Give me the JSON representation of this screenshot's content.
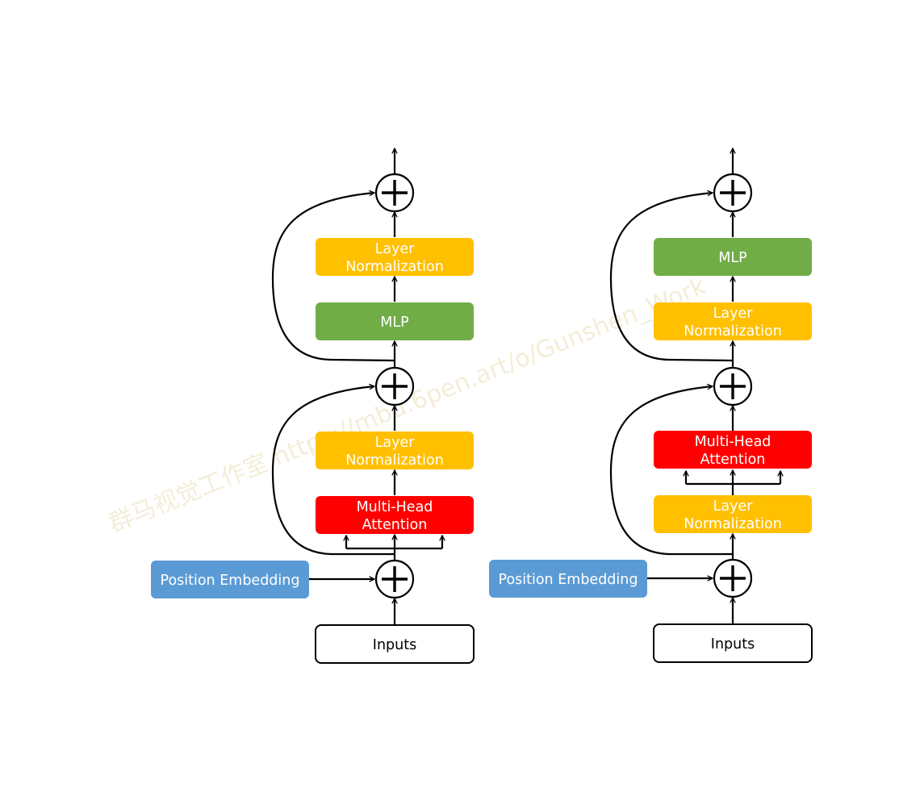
{
  "colors": {
    "layer_norm": "#FFC000",
    "mlp": "#70AD47",
    "attention": "#FF0000",
    "position_embedding": "#5B9BD5",
    "inputs": "#FFFFFF"
  },
  "watermark": "群马视觉工作室 https://mbd.6pen.art/o/Gunshen_Work",
  "left_block": {
    "position_embedding": "Position Embedding",
    "inputs": "Inputs",
    "attention": [
      "Multi-Head",
      "Attention"
    ],
    "norm_after_attention": [
      "Layer",
      "Normalization"
    ],
    "mlp": "MLP",
    "norm_after_mlp": [
      "Layer",
      "Normalization"
    ]
  },
  "right_block": {
    "position_embedding": "Position Embedding",
    "inputs": "Inputs",
    "norm_before_attention": [
      "Layer",
      "Normalization"
    ],
    "attention": [
      "Multi-Head",
      "Attention"
    ],
    "norm_before_mlp": [
      "Layer",
      "Normalization"
    ],
    "mlp": "MLP"
  },
  "icons": [
    "plus-icon",
    "arrow-head-icon"
  ]
}
